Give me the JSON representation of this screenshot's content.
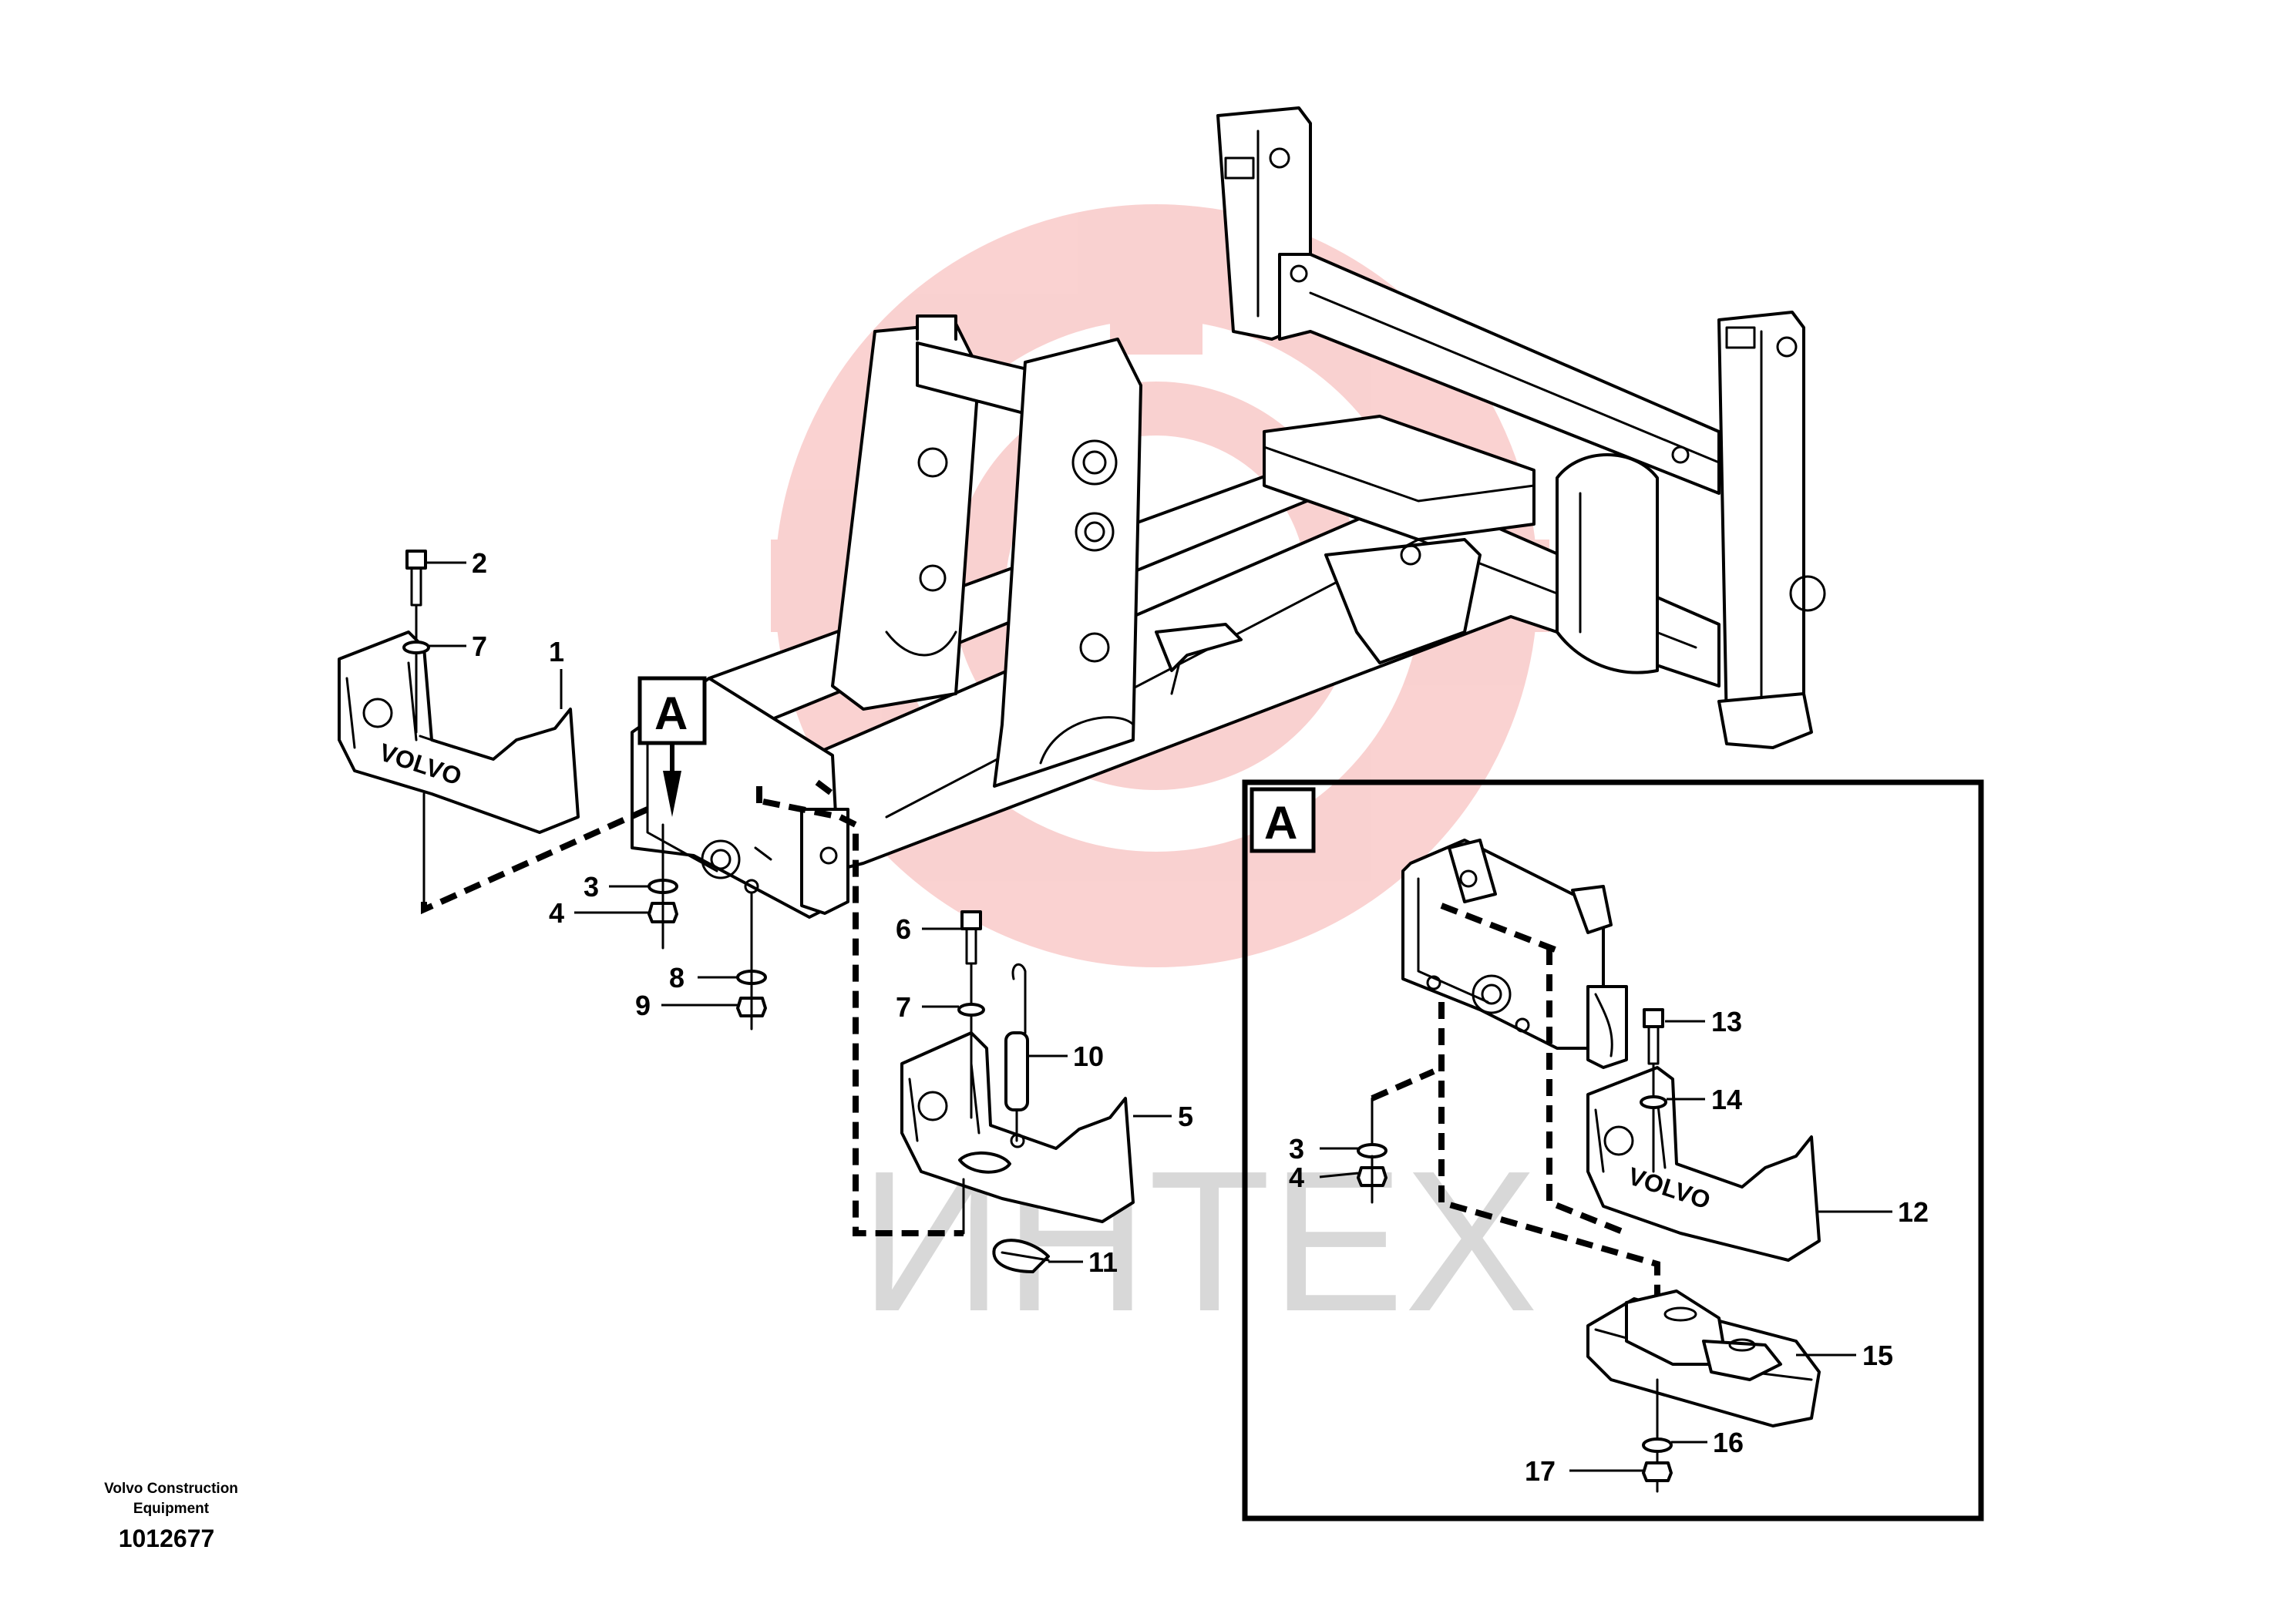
{
  "watermark": {
    "text": "ИНТЕХ",
    "logo_color": "#e8322f",
    "text_color": "#c8c8c8"
  },
  "footer": {
    "line1": "Volvo Construction",
    "line2": "Equipment",
    "figure_id": "1012677"
  },
  "detail": {
    "marker_label": "A",
    "box_label": "A"
  },
  "brand_text": "VOLVO",
  "callouts": [
    "1",
    "2",
    "3",
    "4",
    "5",
    "6",
    "7",
    "8",
    "9",
    "10",
    "11",
    "12",
    "13",
    "14",
    "15",
    "16",
    "17"
  ]
}
